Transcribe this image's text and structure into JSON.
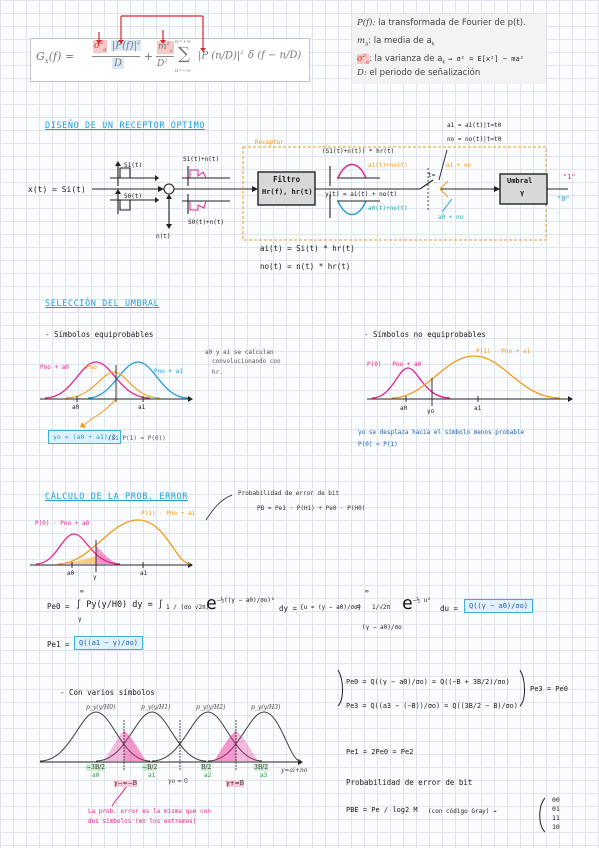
{
  "top": {
    "formula_lhs": "G",
    "formula_lhs_sub": "x",
    "formula_lhs_arg": "(f) =",
    "sigma_term": "σ",
    "sigma_sup": "2",
    "sigma_sub": "a",
    "pf_term": "|P(f)|",
    "pf_sup": "2",
    "den_d": "D",
    "plus": "+",
    "m_term": "m",
    "m_sup": "2",
    "m_sub": "a",
    "den_d2": "D",
    "den_d2_sup": "2",
    "sum_top": "n=+∞",
    "sum_bottom": "n=−∞",
    "sum_symbol": "∑",
    "pn_term": "|P (n/D)|",
    "pn_sup": "2",
    "delta_term": "δ (f − n/D)",
    "legend": [
      {
        "key": "P(f):",
        "text": "la transformada de Fourier de p(t)."
      },
      {
        "key": "m",
        "key_sub": "a",
        "text": ": la media de a",
        "text_sub": "k"
      },
      {
        "key": "σ",
        "key_sup": "2",
        "key_sub": "a",
        "text": ": la varianza de a",
        "text_sub": "k",
        "extra": "→ σ² = E[x²] − ma²"
      },
      {
        "key": "D:",
        "text": "el periodo de señalización"
      }
    ]
  },
  "section1": {
    "title": "DISEÑO DE UN RECEPTOR ÓPTIMO",
    "input_label": "x(t) = Si(t)",
    "s1": "S1(t)",
    "s0": "S0(t)",
    "noise": "n(t)",
    "sum_top": "S1(t)+n(t)",
    "sum_bottom": "S0(t)+n(t)",
    "receptor": "Receptor",
    "filter_line1": "Filtro",
    "filter_line2": "Hr(f), hr(t)",
    "conv_top": "(S1(t)+n(t)) * hr(t)",
    "y_out": "y(t) = ai(t) + no(t)",
    "a1n": "a1(t)+no(t)",
    "a0n": "a0(t)+no(t)",
    "sample": "t=",
    "sample_top": "a1 + no",
    "sample_bottom": "a0 + no",
    "note_top1": "a1 = a1(t)|t=t0",
    "note_top2": "no = no(t)|t=t0",
    "umbral_line1": "Umbral",
    "umbral_line2": "γ",
    "out1": "\"1\"",
    "out0": "\"0\"",
    "eq1": "ai(t) = Si(t) * hr(t)",
    "eq2": "no(t) = n(t) * hr(t)"
  },
  "section2": {
    "title": "SELECCIÓN DEL UMBRAL",
    "left_sub": "- Símbolos equiprobables",
    "right_sub": "- Símbolos no equiprobables",
    "left_note1": "a0 y a1 se calculan",
    "left_note2": "convolucionando con",
    "left_note3": "hr.",
    "left_lbl_pink": "Pno + a0",
    "left_lbl_blue": "Pno + a1",
    "left_lbl_orange": "Pno",
    "axis_a0": "a0",
    "axis_a1": "a1",
    "gamma_box": "γo = (a0 + a1)/2",
    "gamma_cond": "(Si P(1) = P(0))",
    "right_lbl_pink": "P(0) · Pno + a0",
    "right_lbl_orange": "P(1) · Pno + a1",
    "right_gamma": "γo",
    "right_note": "γo se desplaza hacia el símbolo menos probable",
    "right_note2": "P(0) < P(1)"
  },
  "section3": {
    "title": "CÁLCULO DE LA PROB. ERROR",
    "note": "Probabilidad de error de bit",
    "pb_eq": "PB = Pe1 · P(H1) + Pe0 · P(H0)",
    "lbl_pink": "P(0) · Pno + a0",
    "lbl_orange": "P(1) · Pno + a1",
    "axis_a0": "a0",
    "axis_a1": "a1",
    "axis_g": "γ",
    "pe0_lhs": "Pe0 =",
    "pe0_int": "∫ Py(y/H0) dy = ∫",
    "pe0_frac": "1 / (σo √2π)",
    "pe0_exp": "e",
    "pe0_exp_sup": "−½((y − a0)/σo)²",
    "pe0_dy": "dy =",
    "pe0_sub": "{u = (y − a0)/σo}",
    "pe0_eq2": "=",
    "pe0_frac2": "1/√2π",
    "pe0_exp2": "e",
    "pe0_exp2_sup": "−½ u²",
    "pe0_du": "du =",
    "pe0_result": "Q((γ − a0)/σo)",
    "lim_inf": "∞",
    "lim_g": "γ",
    "lim_g2": "(γ − a0)/σo",
    "pe1_lhs": "Pe1 =",
    "pe1_result": "Q((a1 − γ)/σo)"
  },
  "section4": {
    "title": "- Con varios símbolos",
    "labels_top": [
      "p_y(y/H0)",
      "p_y(y/H1)",
      "p_y(y/H2)",
      "p_y(y/H3)"
    ],
    "ticks": [
      "−3B/2",
      "−B/2",
      "B/2",
      "3B/2"
    ],
    "tick_sub": [
      "a0",
      "a1",
      "a2",
      "a3"
    ],
    "gammas": [
      "γ−=−B",
      "γo = 0",
      "γ+=B"
    ],
    "axis": "y=ai+no",
    "note1": "La prob. error es la misma que con",
    "note2": "dos símbolos (en los extremos)",
    "eq_pe0": "Pe0 = Q((γ − a0)/σo) = Q((−B + 3B/2)/σo)",
    "eq_pe3": "Pe3 = Q((a3 − (−B))/σo) = Q((3B/2 − B)/σo)",
    "brace_result": "Pe3 = Pe0",
    "eq_pe1": "Pe1 = 2Pe0 = Pe2",
    "bit_title": "Probabilidad de error de bit",
    "pbe": "PBE = Pe / log2 M",
    "gray": "(con código Gray) →",
    "gray_codes": [
      "00",
      "01",
      "11",
      "10"
    ]
  }
}
